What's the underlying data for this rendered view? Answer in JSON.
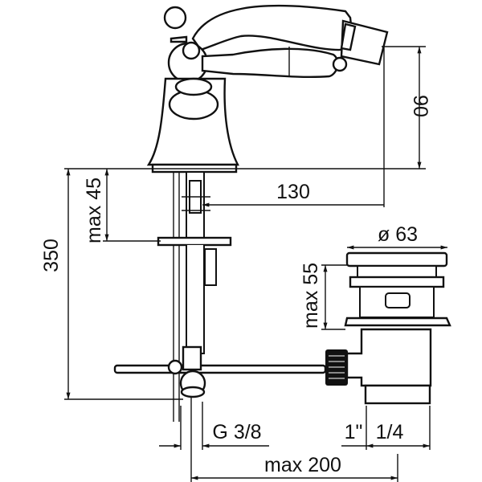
{
  "title": "Bidet mixer technical drawing",
  "dimensions": {
    "spout_height": "90",
    "spout_reach": "130",
    "max_deck_thickness": "max 45",
    "total_height": "350",
    "drain_diameter": "ø 63",
    "max_drain_height": "max 55",
    "inlet_thread": "G 3/8",
    "drain_thread_a": "1\"",
    "drain_thread_b": "1/4",
    "max_distance": "max 200"
  },
  "colors": {
    "line": "#111111",
    "background": "#ffffff"
  }
}
